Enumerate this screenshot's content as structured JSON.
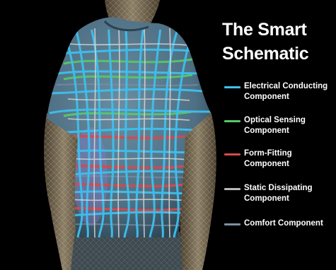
{
  "title": {
    "line1": "The Smart",
    "line2": "Schematic"
  },
  "legend": [
    {
      "label": "Electrical Conducting Component",
      "color": "#3fc0ee"
    },
    {
      "label": "Optical Sensing Component",
      "color": "#57c66a"
    },
    {
      "label": "Form-Fitting Component",
      "color": "#d8494a"
    },
    {
      "label": "Static Dissipating Component",
      "color": "#b9b9b9"
    },
    {
      "label": "Comfort Component",
      "color": "#7e8fa4"
    }
  ],
  "colors": {
    "background": "#000000",
    "shirt": "#56788c",
    "wireframe": "#c8b796"
  }
}
